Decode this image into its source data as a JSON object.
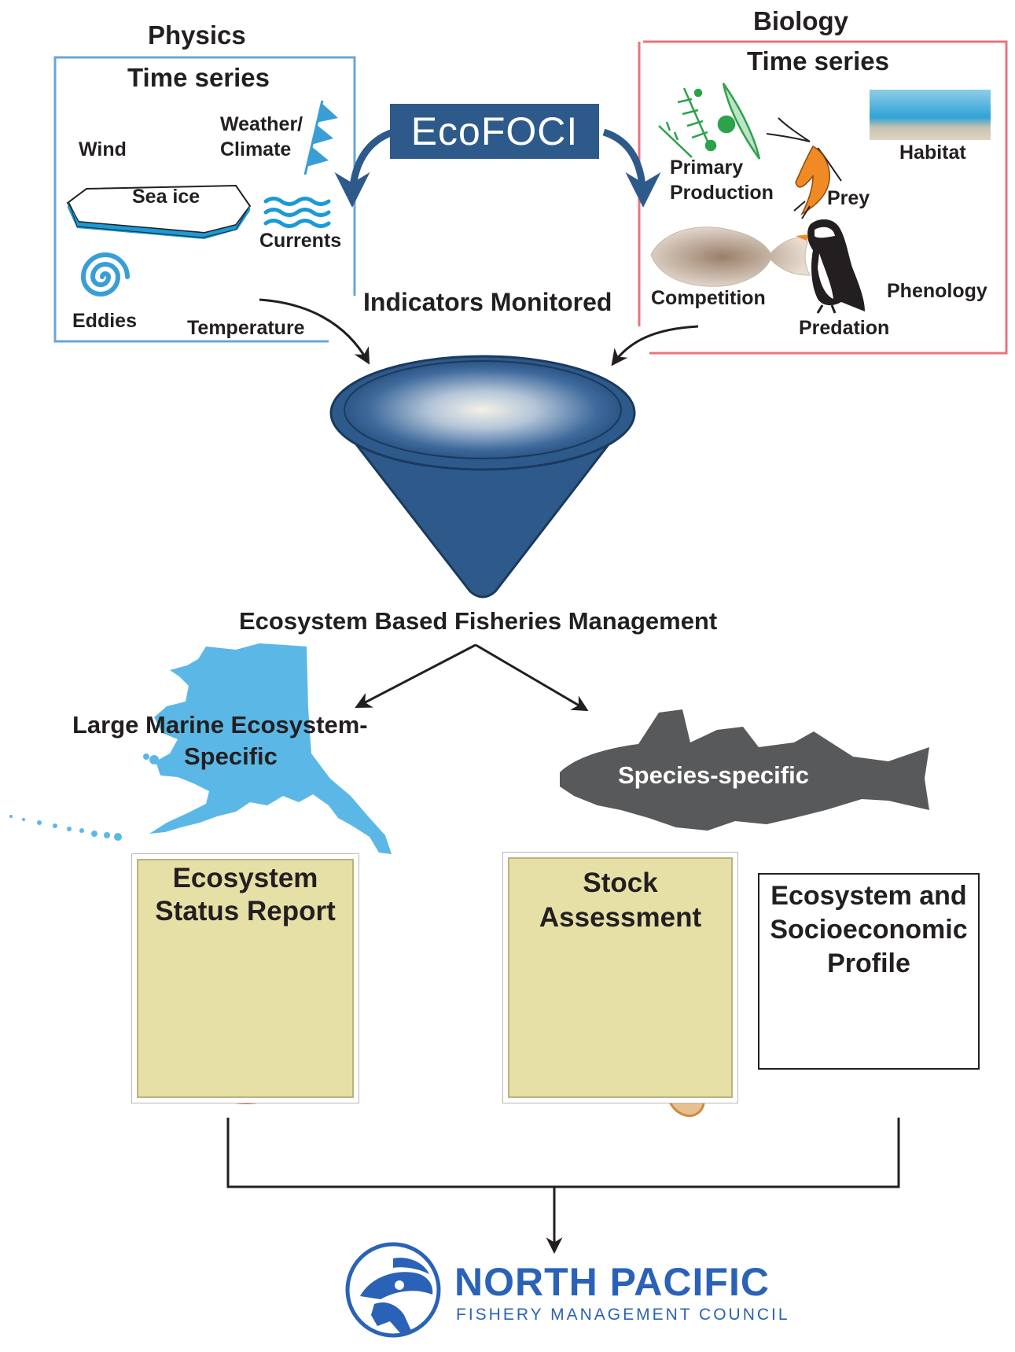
{
  "physics": {
    "heading": "Physics",
    "subheading": "Time series",
    "items": {
      "wind": "Wind",
      "weather_line1": "Weather/",
      "weather_line2": "Climate",
      "sea_ice": "Sea ice",
      "currents": "Currents",
      "eddies": "Eddies",
      "temperature": "Temperature"
    }
  },
  "biology": {
    "heading": "Biology",
    "subheading": "Time series",
    "items": {
      "primary_line1": "Primary",
      "primary_line2": "Production",
      "habitat": "Habitat",
      "prey": "Prey",
      "competition": "Competition",
      "phenology": "Phenology",
      "predation": "Predation"
    }
  },
  "center": {
    "ecofoci": "EcoFOCI",
    "indicators": "Indicators Monitored",
    "ebfm": "Ecosystem Based Fisheries Management"
  },
  "lme": {
    "line1": "Large Marine Ecosystem-",
    "line2": "Specific"
  },
  "species": {
    "label": "Species-specific"
  },
  "products": {
    "esr_line1": "Ecosystem",
    "esr_line2": "Status Report",
    "sa_line1": "Stock",
    "sa_line2": "Assessment",
    "esp_line1": "Ecosystem and",
    "esp_line2": "Socioeconomic",
    "esp_line3": "Profile"
  },
  "council": {
    "name": "NORTH PACIFIC",
    "subtitle": "FISHERY MANAGEMENT COUNCIL"
  },
  "colors": {
    "physics_border": "#6aa6d8",
    "biology_border": "#e8737f",
    "ecofoci_bg": "#2e5a8b",
    "funnel": "#2e5a8b",
    "alaska": "#5bb8e6",
    "fish": "#58595b",
    "card_bg": "#e6e0a6",
    "council_blue": "#2a62b8"
  }
}
